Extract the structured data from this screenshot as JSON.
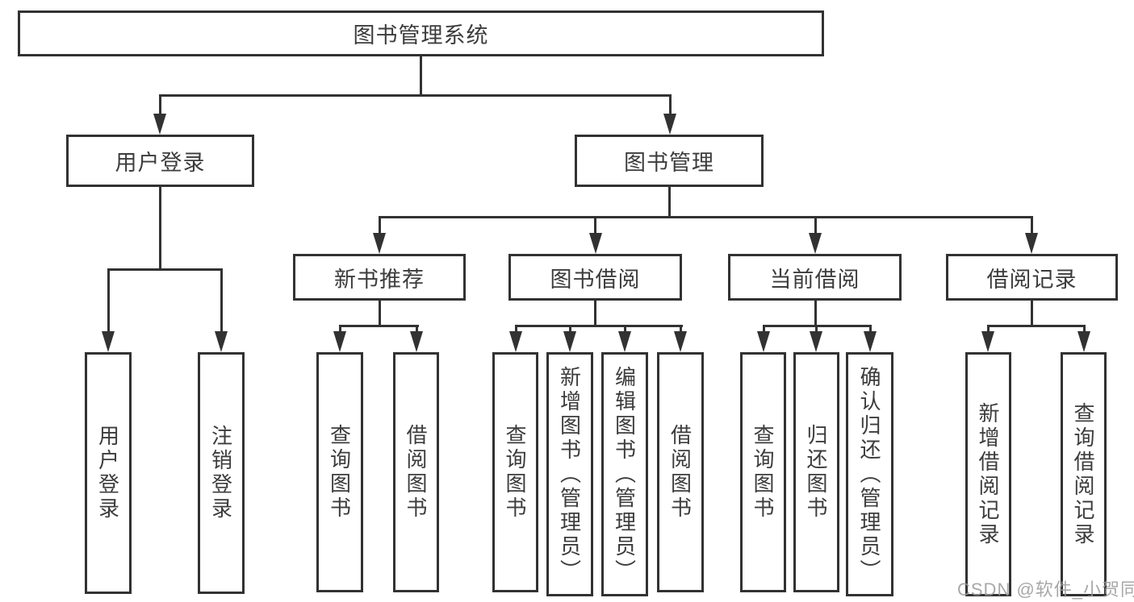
{
  "diagram": {
    "tree": {
      "label": "图书管理系统",
      "children": [
        {
          "label": "用户登录",
          "children": [
            {
              "label": "用户登录"
            },
            {
              "label": "注销登录"
            }
          ]
        },
        {
          "label": "图书管理",
          "children": [
            {
              "label": "新书推荐",
              "children": [
                {
                  "label": "查询图书"
                },
                {
                  "label": "借阅图书"
                }
              ]
            },
            {
              "label": "图书借阅",
              "children": [
                {
                  "label": "查询图书"
                },
                {
                  "label": "新增图书（管理员）"
                },
                {
                  "label": "编辑图书（管理员）"
                },
                {
                  "label": "借阅图书"
                }
              ]
            },
            {
              "label": "当前借阅",
              "children": [
                {
                  "label": "查询图书"
                },
                {
                  "label": "归还图书"
                },
                {
                  "label": "确认归还（管理员）"
                }
              ]
            },
            {
              "label": "借阅记录",
              "children": [
                {
                  "label": "新增借阅记录"
                },
                {
                  "label": "查询借阅记录"
                }
              ]
            }
          ]
        }
      ]
    }
  },
  "watermark": "CSDN @软件_小贺同学",
  "colors": {
    "line": "#323232",
    "text": "#3c3c3c",
    "background": "#ffffff",
    "watermark": "#9a9a9a"
  }
}
